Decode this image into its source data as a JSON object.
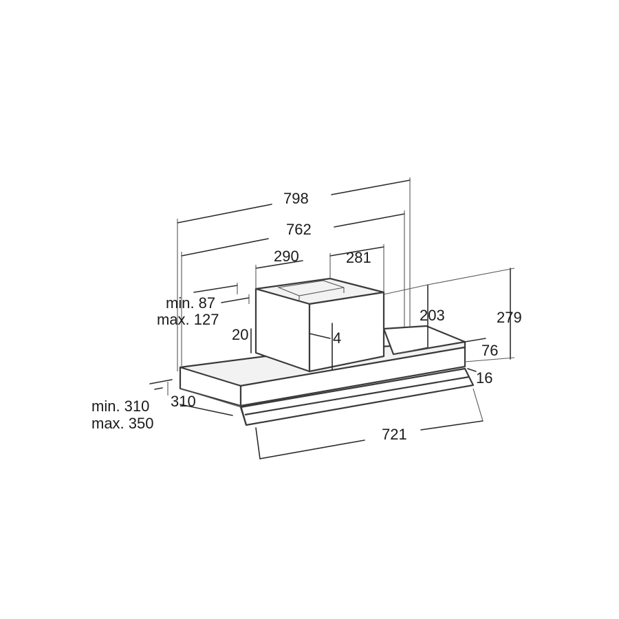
{
  "dimensions": {
    "overall_width": "798",
    "inner_width": "762",
    "chimney_left": "290",
    "chimney_right": "281",
    "chimney_min": "min. 87",
    "chimney_max": "max. 127",
    "chimney_height": "20",
    "chimney_offset": "4",
    "step_height": "203",
    "total_height": "279",
    "body_height": "76",
    "lip_height": "16",
    "depth_min": "min. 310",
    "depth_max": "max. 350",
    "depth": "310",
    "drawer_width": "721"
  },
  "colors": {
    "line": "#2a2a2a",
    "text": "#1a1a1a",
    "background": "#ffffff"
  }
}
